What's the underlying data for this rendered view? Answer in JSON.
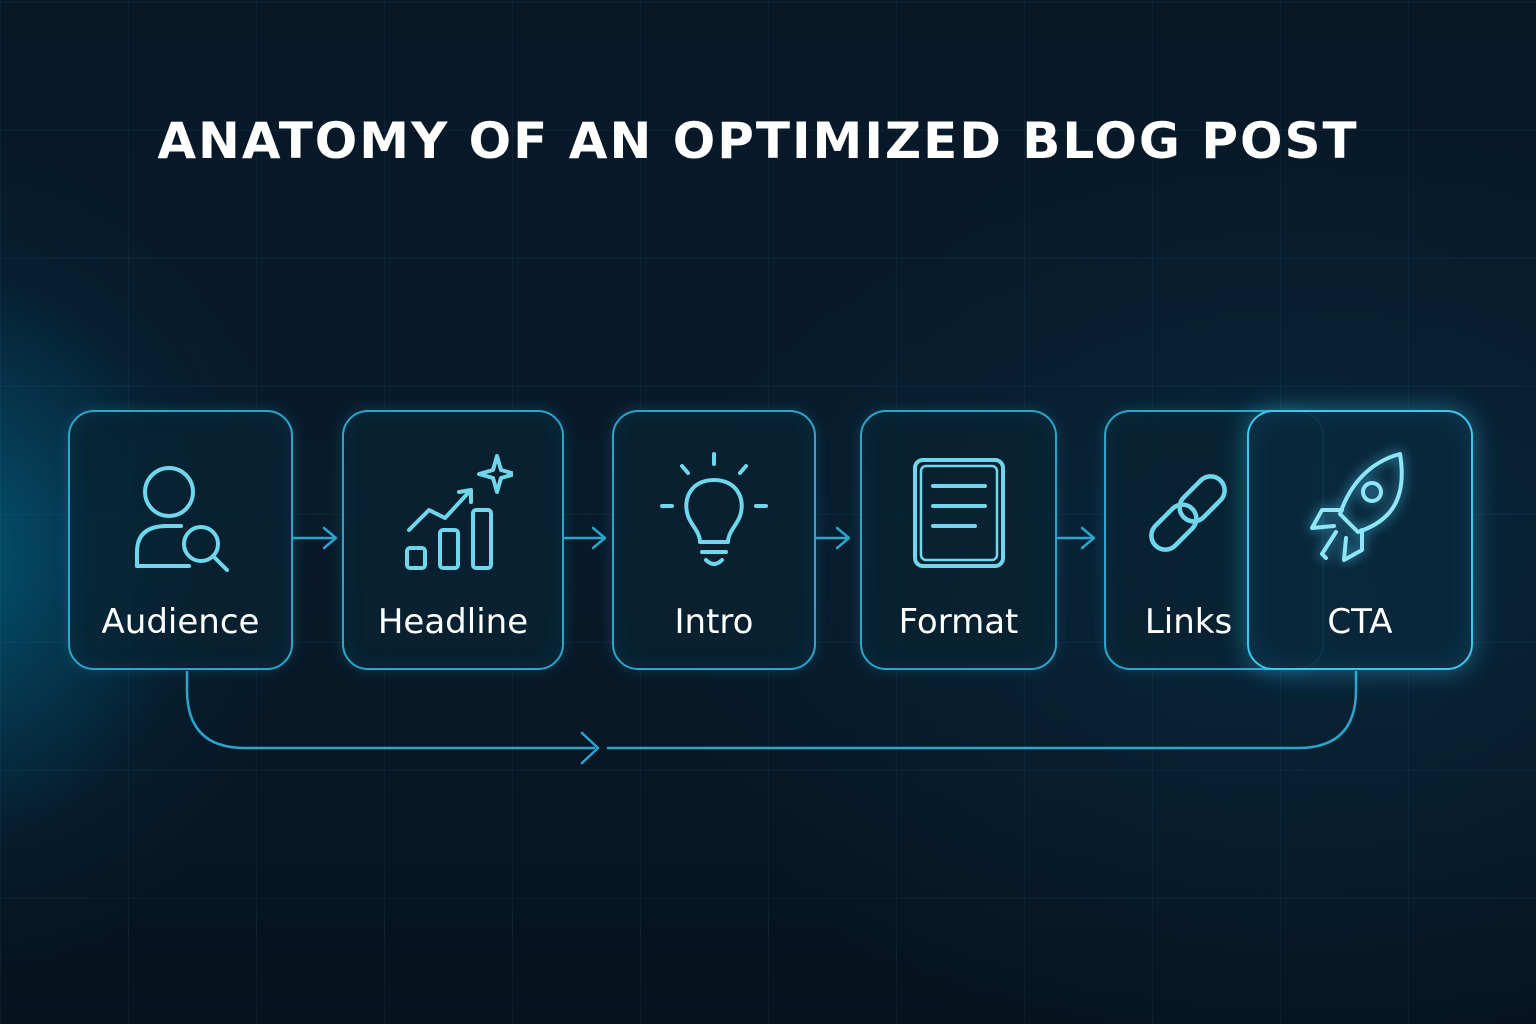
{
  "title": "ANATOMY OF AN OPTIMIZED BLOG POST",
  "accent_color": "#2aa6cc",
  "steps": [
    {
      "label": "Audience",
      "icon": "user-search-icon"
    },
    {
      "label": "Headline",
      "icon": "growth-chart-icon"
    },
    {
      "label": "Intro",
      "icon": "lightbulb-icon"
    },
    {
      "label": "Format",
      "icon": "document-icon"
    },
    {
      "label": "Links",
      "icon": "chain-link-icon"
    },
    {
      "label": "CTA",
      "icon": "rocket-icon"
    }
  ]
}
